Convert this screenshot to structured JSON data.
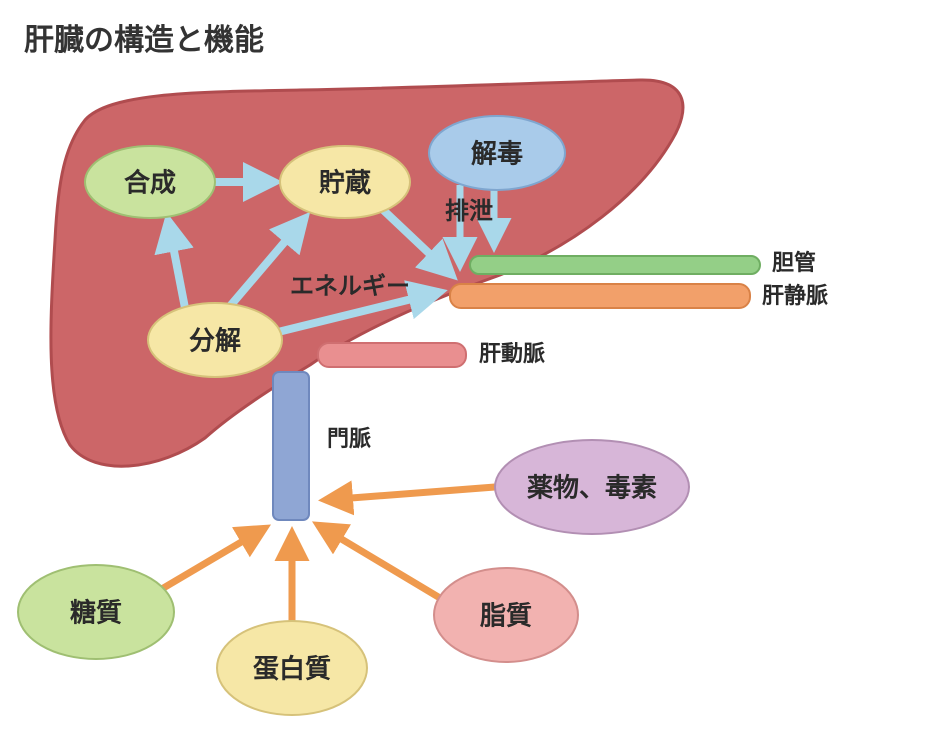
{
  "title": "肝臓の構造と機能",
  "nodes": {
    "synthesis": "合成",
    "storage": "貯蔵",
    "detox": "解毒",
    "breakdown": "分解",
    "drugs_toxins": "薬物、毒素",
    "sugar": "糖質",
    "protein": "蛋白質",
    "lipid": "脂質"
  },
  "labels": {
    "excretion": "排泄",
    "energy": "エネルギー",
    "bile_duct": "胆管",
    "hepatic_vein": "肝静脈",
    "hepatic_artery": "肝動脈",
    "portal_vein": "門脈"
  },
  "colors": {
    "liver": "#cc6668",
    "liver_border": "#b04c4f",
    "arrow_blue": "#a9d8ea",
    "arrow_orange": "#ef9a4e",
    "synthesis": "#c9e39e",
    "storage": "#f6e7a6",
    "detox": "#a9cbea",
    "breakdown": "#f6e7a6",
    "bile_duct": "#94cf87",
    "hepatic_vein": "#f2a06a",
    "hepatic_artery": "#e98f90",
    "portal_vein": "#8fa6d4",
    "drugs_toxins": "#d7b6d8",
    "sugar": "#c9e39e",
    "protein": "#f6e7a6",
    "lipid": "#f2b2b0"
  }
}
